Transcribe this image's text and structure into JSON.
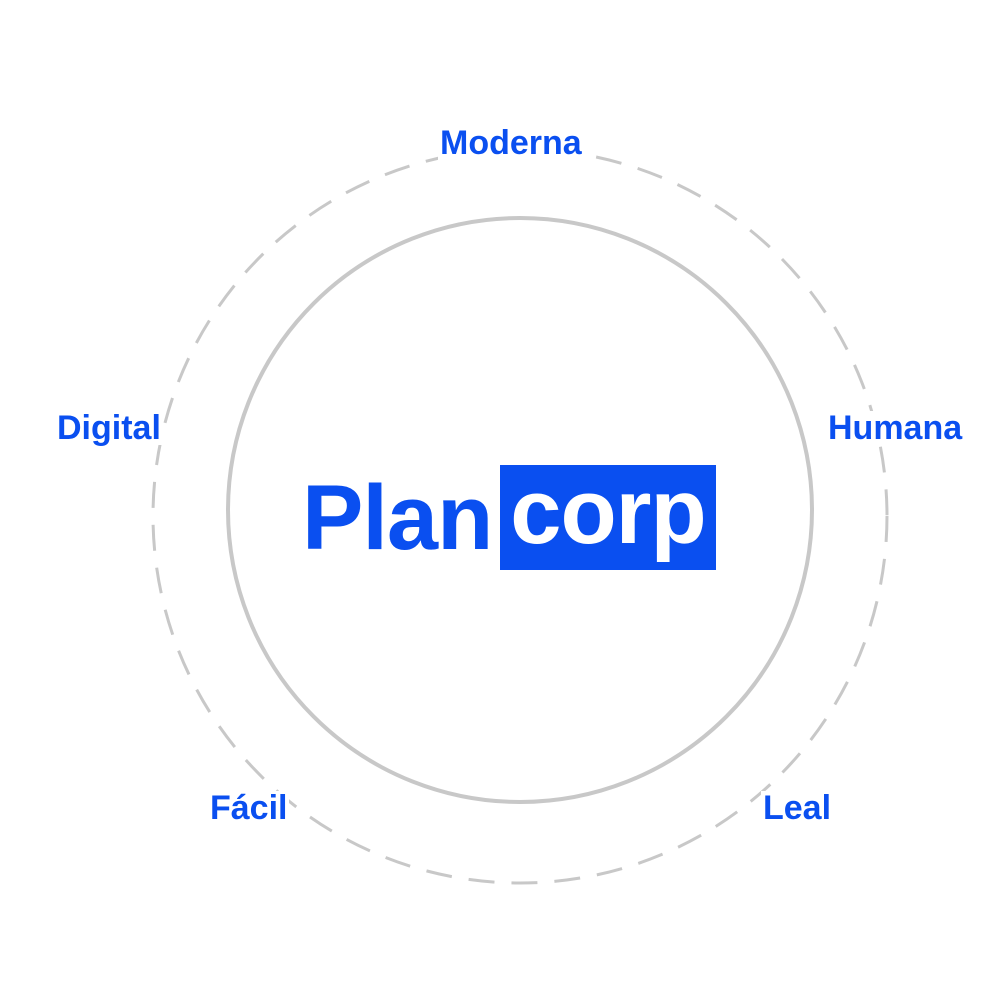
{
  "logo": {
    "part1": "Plan",
    "part2": "corp"
  },
  "values": [
    {
      "id": "moderna",
      "label": "Moderna"
    },
    {
      "id": "digital",
      "label": "Digital"
    },
    {
      "id": "humana",
      "label": "Humana"
    },
    {
      "id": "facil",
      "label": "Fácil"
    },
    {
      "id": "leal",
      "label": "Leal"
    }
  ],
  "colors": {
    "brand_blue": "#0a4ff0",
    "ring_gray": "#c8c8c8",
    "background": "#ffffff"
  }
}
